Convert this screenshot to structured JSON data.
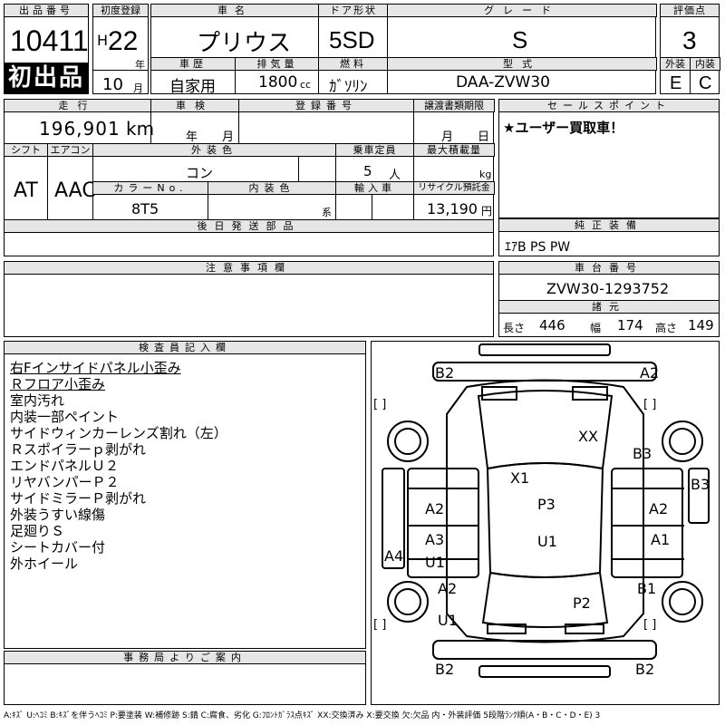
{
  "header": {
    "lot_label": "出品番号",
    "lot_number": "10411",
    "first_listing_badge": "初出品",
    "reg_label": "初度登録",
    "reg_era": "H",
    "reg_year": "22",
    "reg_year_unit": "年",
    "reg_month": "10",
    "reg_month_unit": "月",
    "car_name_label": "車名",
    "car_name": "プリウス",
    "door_label": "ドア形状",
    "door_value": "5SD",
    "grade_label": "グレード",
    "grade_value": "S",
    "score_label": "評価点",
    "score_value": "3",
    "history_label": "車歴",
    "history_value": "自家用",
    "displacement_label": "排気量",
    "displacement_value": "1800",
    "displacement_unit": "cc",
    "fuel_label": "燃料",
    "fuel_value": "ｶﾞｿﾘﾝ",
    "model_label": "型式",
    "model_value": "DAA-ZVW30",
    "ext_label": "外装",
    "ext_value": "E",
    "int_label": "内装",
    "int_value": "C"
  },
  "middle": {
    "mileage_label": "走行",
    "mileage_value": "196,901",
    "mileage_unit": "km",
    "inspection_label": "車検",
    "inspection_year_unit": "年",
    "inspection_month_unit": "月",
    "plate_label": "登録番号",
    "transfer_label": "譲渡書類期限",
    "transfer_month_unit": "月",
    "transfer_day_unit": "日",
    "sales_point_label": "セールスポイント",
    "sales_point_text": "★ユーザー買取車！",
    "shift_label": "シフト",
    "shift_value": "AT",
    "ac_label": "エアコン",
    "ac_value": "AAC",
    "color_label": "外装色",
    "color_value": "コン",
    "capacity_label": "乗車定員",
    "capacity_value": "5",
    "capacity_unit": "人",
    "load_label": "最大積載量",
    "load_unit": "kg",
    "color_no_label": "カラーNo.",
    "color_no_value": "8T5",
    "int_color_label": "内装色",
    "int_color_unit": "系",
    "import_label": "輸入車",
    "recycle_label": "リサイクル預託金",
    "recycle_value": "13,190",
    "recycle_unit": "円",
    "later_parts_label": "後日発送部品",
    "genuine_label": "純正装備",
    "genuine_value": "ｴｱB PS PW",
    "caution_label": "注意事項欄",
    "chassis_label": "車台番号",
    "chassis_value": "ZVW30-1293752",
    "dims_label": "諸元",
    "length_label": "長さ",
    "length_value": "446",
    "width_label": "幅",
    "width_value": "174",
    "height_label": "高さ",
    "height_value": "149"
  },
  "inspector": {
    "label": "検査員記入欄",
    "notes": [
      "右Fインサイドパネル小歪み",
      "Ｒフロア小歪み",
      "室内汚れ",
      "内装一部ペイント",
      "サイドウィンカーレンズ割れ（左）",
      "Ｒスポイラーｐ剥がれ",
      "エンドパネルＵ２",
      "リヤバンパーＰ２",
      "サイドミラーＰ剥がれ",
      "外装うすい線傷",
      "足廻りＳ",
      "シートカバー付",
      "外ホイール"
    ],
    "office_label": "事務局よりご案内"
  },
  "diagram": {
    "marks": {
      "b2_top_left": "B2",
      "a2_top_right": "A2",
      "xx_roof": "XX",
      "b3_right_front": "B3",
      "b3_right_edge": "B3",
      "x1_windshield": "X1",
      "a2_left_front_door": "A2",
      "p3_center": "P3",
      "a2_right_front_door": "A2",
      "a3_left_rear_door": "A3",
      "u1_center": "U1",
      "a1_right_rear_door": "A1",
      "u1_left_rocker": "U1",
      "a4_left_edge": "A4",
      "a2_left_rear": "A2",
      "b1_right_rear": "B1",
      "p2_trunk": "P2",
      "u1_left_bottom": "U1",
      "b2_bottom_left": "B2",
      "b2_bottom_right": "B2"
    },
    "bracket_left_top": "[        ]",
    "bracket_right_top": "[        ]",
    "bracket_left_bottom": "[        ]",
    "bracket_right_bottom": "[        ]"
  },
  "legend": "A:ｷｽﾞ U:ﾍｺﾐ B:ｷｽﾞを伴うﾍｺﾐ P:要塗装 W:補修跡 S:錆 C:腐食、劣化 G:ﾌﾛﾝﾄｶﾞﾗｽ点ｷｽﾞ XX:交換済み X:要交換 欠:欠品 内・外装評価 5段階ﾗﾝｸ順(A・B・C・D・E) 3"
}
